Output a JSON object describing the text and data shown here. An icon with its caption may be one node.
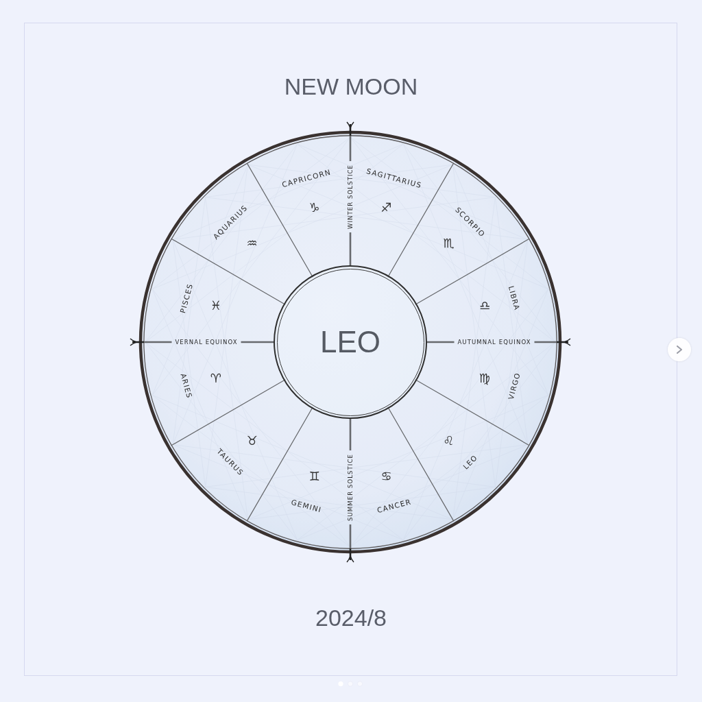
{
  "diagram": {
    "title": "NEW MOON",
    "caption": "2024/8",
    "nodes": [
      {
        "text": [
          "CAPRICORN",
          "♑"
        ]
      },
      {
        "text": [
          "SAGITTARIUS",
          "♐"
        ]
      },
      {
        "text": [
          "SCORPIO",
          "♏"
        ]
      },
      {
        "text": [
          "LIBRA",
          "♎"
        ]
      },
      {
        "text": [
          "VIRGO",
          "♍"
        ]
      },
      {
        "text": [
          "LEO",
          "♌"
        ]
      },
      {
        "text": [
          "CANCER",
          "♋"
        ]
      },
      {
        "text": [
          "GEMINI",
          "♊"
        ]
      },
      {
        "text": [
          "TAURUS",
          "♉"
        ]
      },
      {
        "text": [
          "ARIES",
          "♈"
        ]
      },
      {
        "text": [
          "PISCES",
          "♓"
        ]
      },
      {
        "text": [
          "AQUARIUS",
          "♒"
        ]
      },
      {
        "text": [
          "LEO"
        ]
      }
    ],
    "labels": [
      "WINTER SOLSTICE",
      "VERNAL EQUINOX",
      "AUTUMNAL EQUINOX",
      "SUMMER SOLSTICE"
    ]
  }
}
